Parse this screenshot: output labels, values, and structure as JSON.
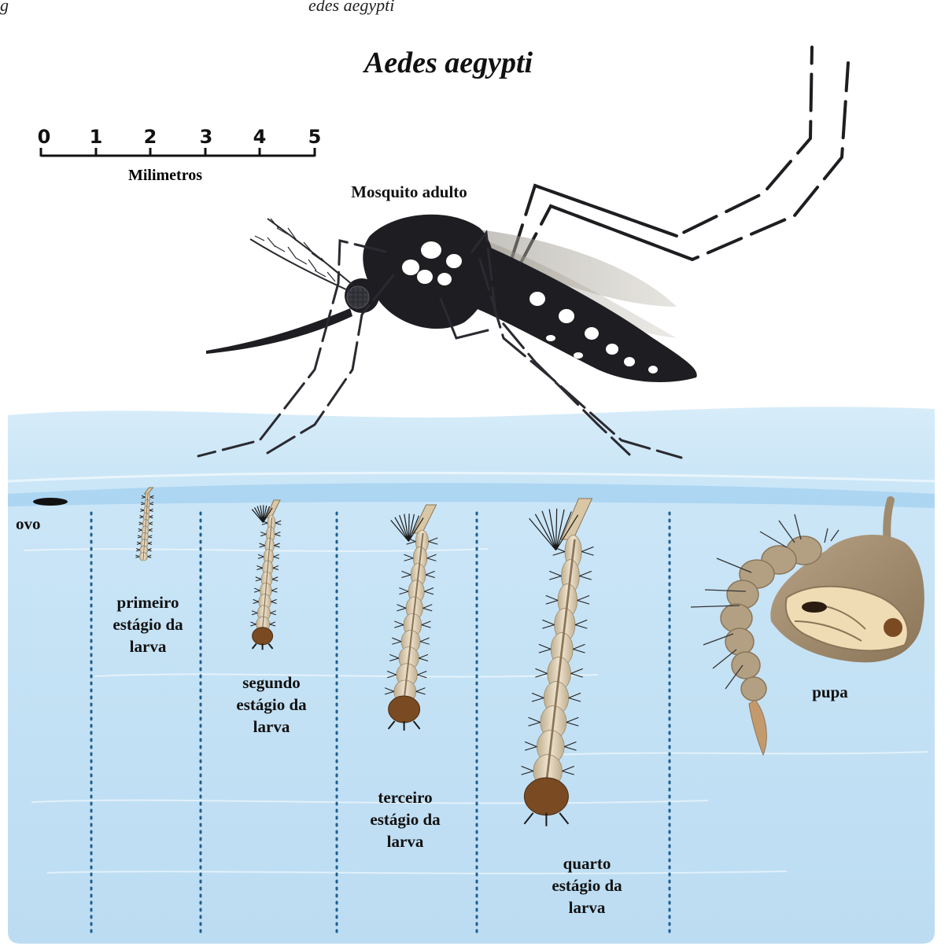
{
  "caption_fragment": "g",
  "caption_fragment_right": "edes aegypti",
  "title": "Aedes aegypti",
  "scale": {
    "ticks": [
      "0",
      "1",
      "2",
      "3",
      "4",
      "5"
    ],
    "unit": "Milimetros"
  },
  "adult_label": "Mosquito adulto",
  "stages": [
    {
      "id": "ovo",
      "label": "ovo"
    },
    {
      "id": "primeiro",
      "label": "primeiro\nestágio da\nlarva"
    },
    {
      "id": "segundo",
      "label": "segundo\nestágio da\nlarva"
    },
    {
      "id": "terceiro",
      "label": "terceiro\nestágio da\nlarva"
    },
    {
      "id": "quarto",
      "label": "quarto\nestágio da\nlarva"
    },
    {
      "id": "pupa",
      "label": "pupa"
    }
  ],
  "colors": {
    "water_top": "#cfe7f7",
    "water_deep": "#bfe0f5",
    "divider": "#2a6a9a",
    "mosquito_body": "#1e1e22",
    "mosquito_spots": "#ffffff",
    "larva_body": "#e3d3b8",
    "larva_head": "#7a4a22",
    "pupa_body": "#a08b6e"
  }
}
